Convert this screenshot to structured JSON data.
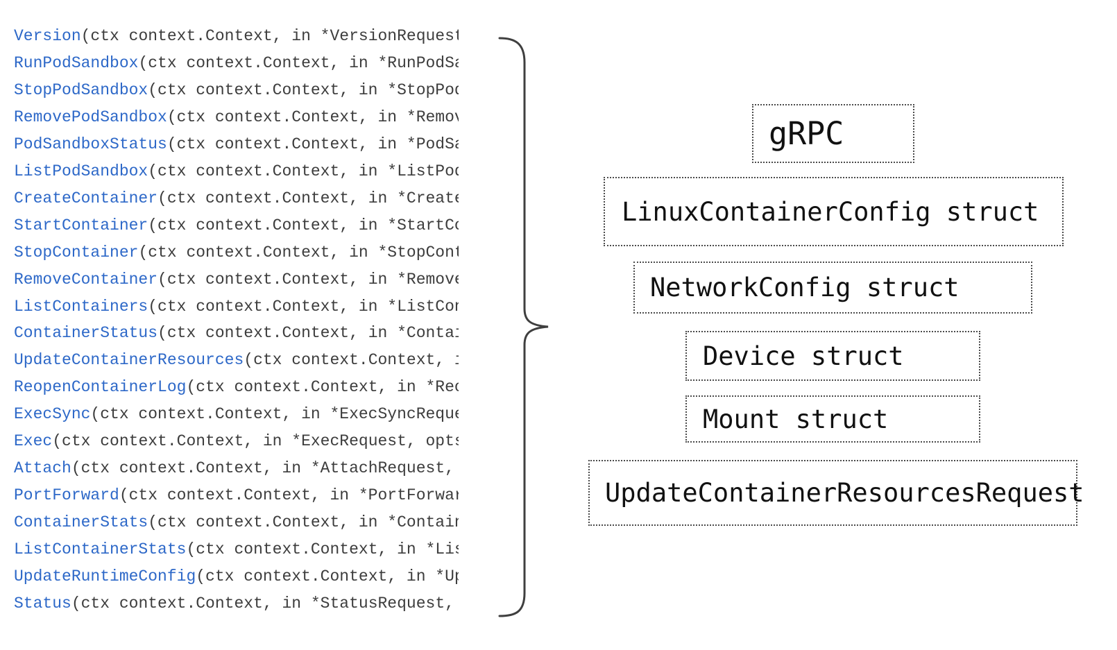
{
  "colors": {
    "code_text": "#3d3d3d",
    "code_link": "#2d68c8",
    "brace": "#3f3f3f",
    "box_border": "#4a4a4a",
    "box_text": "#111111",
    "background": "#ffffff"
  },
  "code_panel": {
    "lines": [
      {
        "name": "Version",
        "rest": "(ctx context.Context, in *VersionRequest,"
      },
      {
        "name": "RunPodSandbox",
        "rest": "(ctx context.Context, in *RunPodSand"
      },
      {
        "name": "StopPodSandbox",
        "rest": "(ctx context.Context, in *StopPodSa"
      },
      {
        "name": "RemovePodSandbox",
        "rest": "(ctx context.Context, in *RemoveP"
      },
      {
        "name": "PodSandboxStatus",
        "rest": "(ctx context.Context, in *PodSand"
      },
      {
        "name": "ListPodSandbox",
        "rest": "(ctx context.Context, in *ListPodSa"
      },
      {
        "name": "CreateContainer",
        "rest": "(ctx context.Context, in *CreateCo"
      },
      {
        "name": "StartContainer",
        "rest": "(ctx context.Context, in *StartCont"
      },
      {
        "name": "StopContainer",
        "rest": "(ctx context.Context, in *StopContai"
      },
      {
        "name": "RemoveContainer",
        "rest": "(ctx context.Context, in *RemoveCo"
      },
      {
        "name": "ListContainers",
        "rest": "(ctx context.Context, in *ListConta"
      },
      {
        "name": "ContainerStatus",
        "rest": "(ctx context.Context, in *Containe"
      },
      {
        "name": "UpdateContainerResources",
        "rest": "(ctx context.Context, in *U"
      },
      {
        "name": "ReopenContainerLog",
        "rest": "(ctx context.Context, in *Reope"
      },
      {
        "name": "ExecSync",
        "rest": "(ctx context.Context, in *ExecSyncRequest"
      },
      {
        "name": "Exec",
        "rest": "(ctx context.Context, in *ExecRequest, opts"
      },
      {
        "name": "Attach",
        "rest": "(ctx context.Context, in *AttachRequest, op"
      },
      {
        "name": "PortForward",
        "rest": "(ctx context.Context, in *PortForwardR"
      },
      {
        "name": "ContainerStats",
        "rest": "(ctx context.Context, in *ContainerS"
      },
      {
        "name": "ListContainerStats",
        "rest": "(ctx context.Context, in *ListC"
      },
      {
        "name": "UpdateRuntimeConfig",
        "rest": "(ctx context.Context, in *Upda"
      },
      {
        "name": "Status",
        "rest": "(ctx context.Context, in *StatusRequest, op"
      }
    ]
  },
  "diagram": {
    "boxes": [
      {
        "id": "grpc",
        "label": "gRPC"
      },
      {
        "id": "linux-container-config-struct",
        "label": "LinuxContainerConfig struct"
      },
      {
        "id": "network-config-struct",
        "label": "NetworkConfig struct"
      },
      {
        "id": "device-struct",
        "label": "Device struct"
      },
      {
        "id": "mount-struct",
        "label": "Mount struct"
      },
      {
        "id": "update-container-resources-request",
        "label": "UpdateContainerResourcesRequest"
      }
    ]
  }
}
